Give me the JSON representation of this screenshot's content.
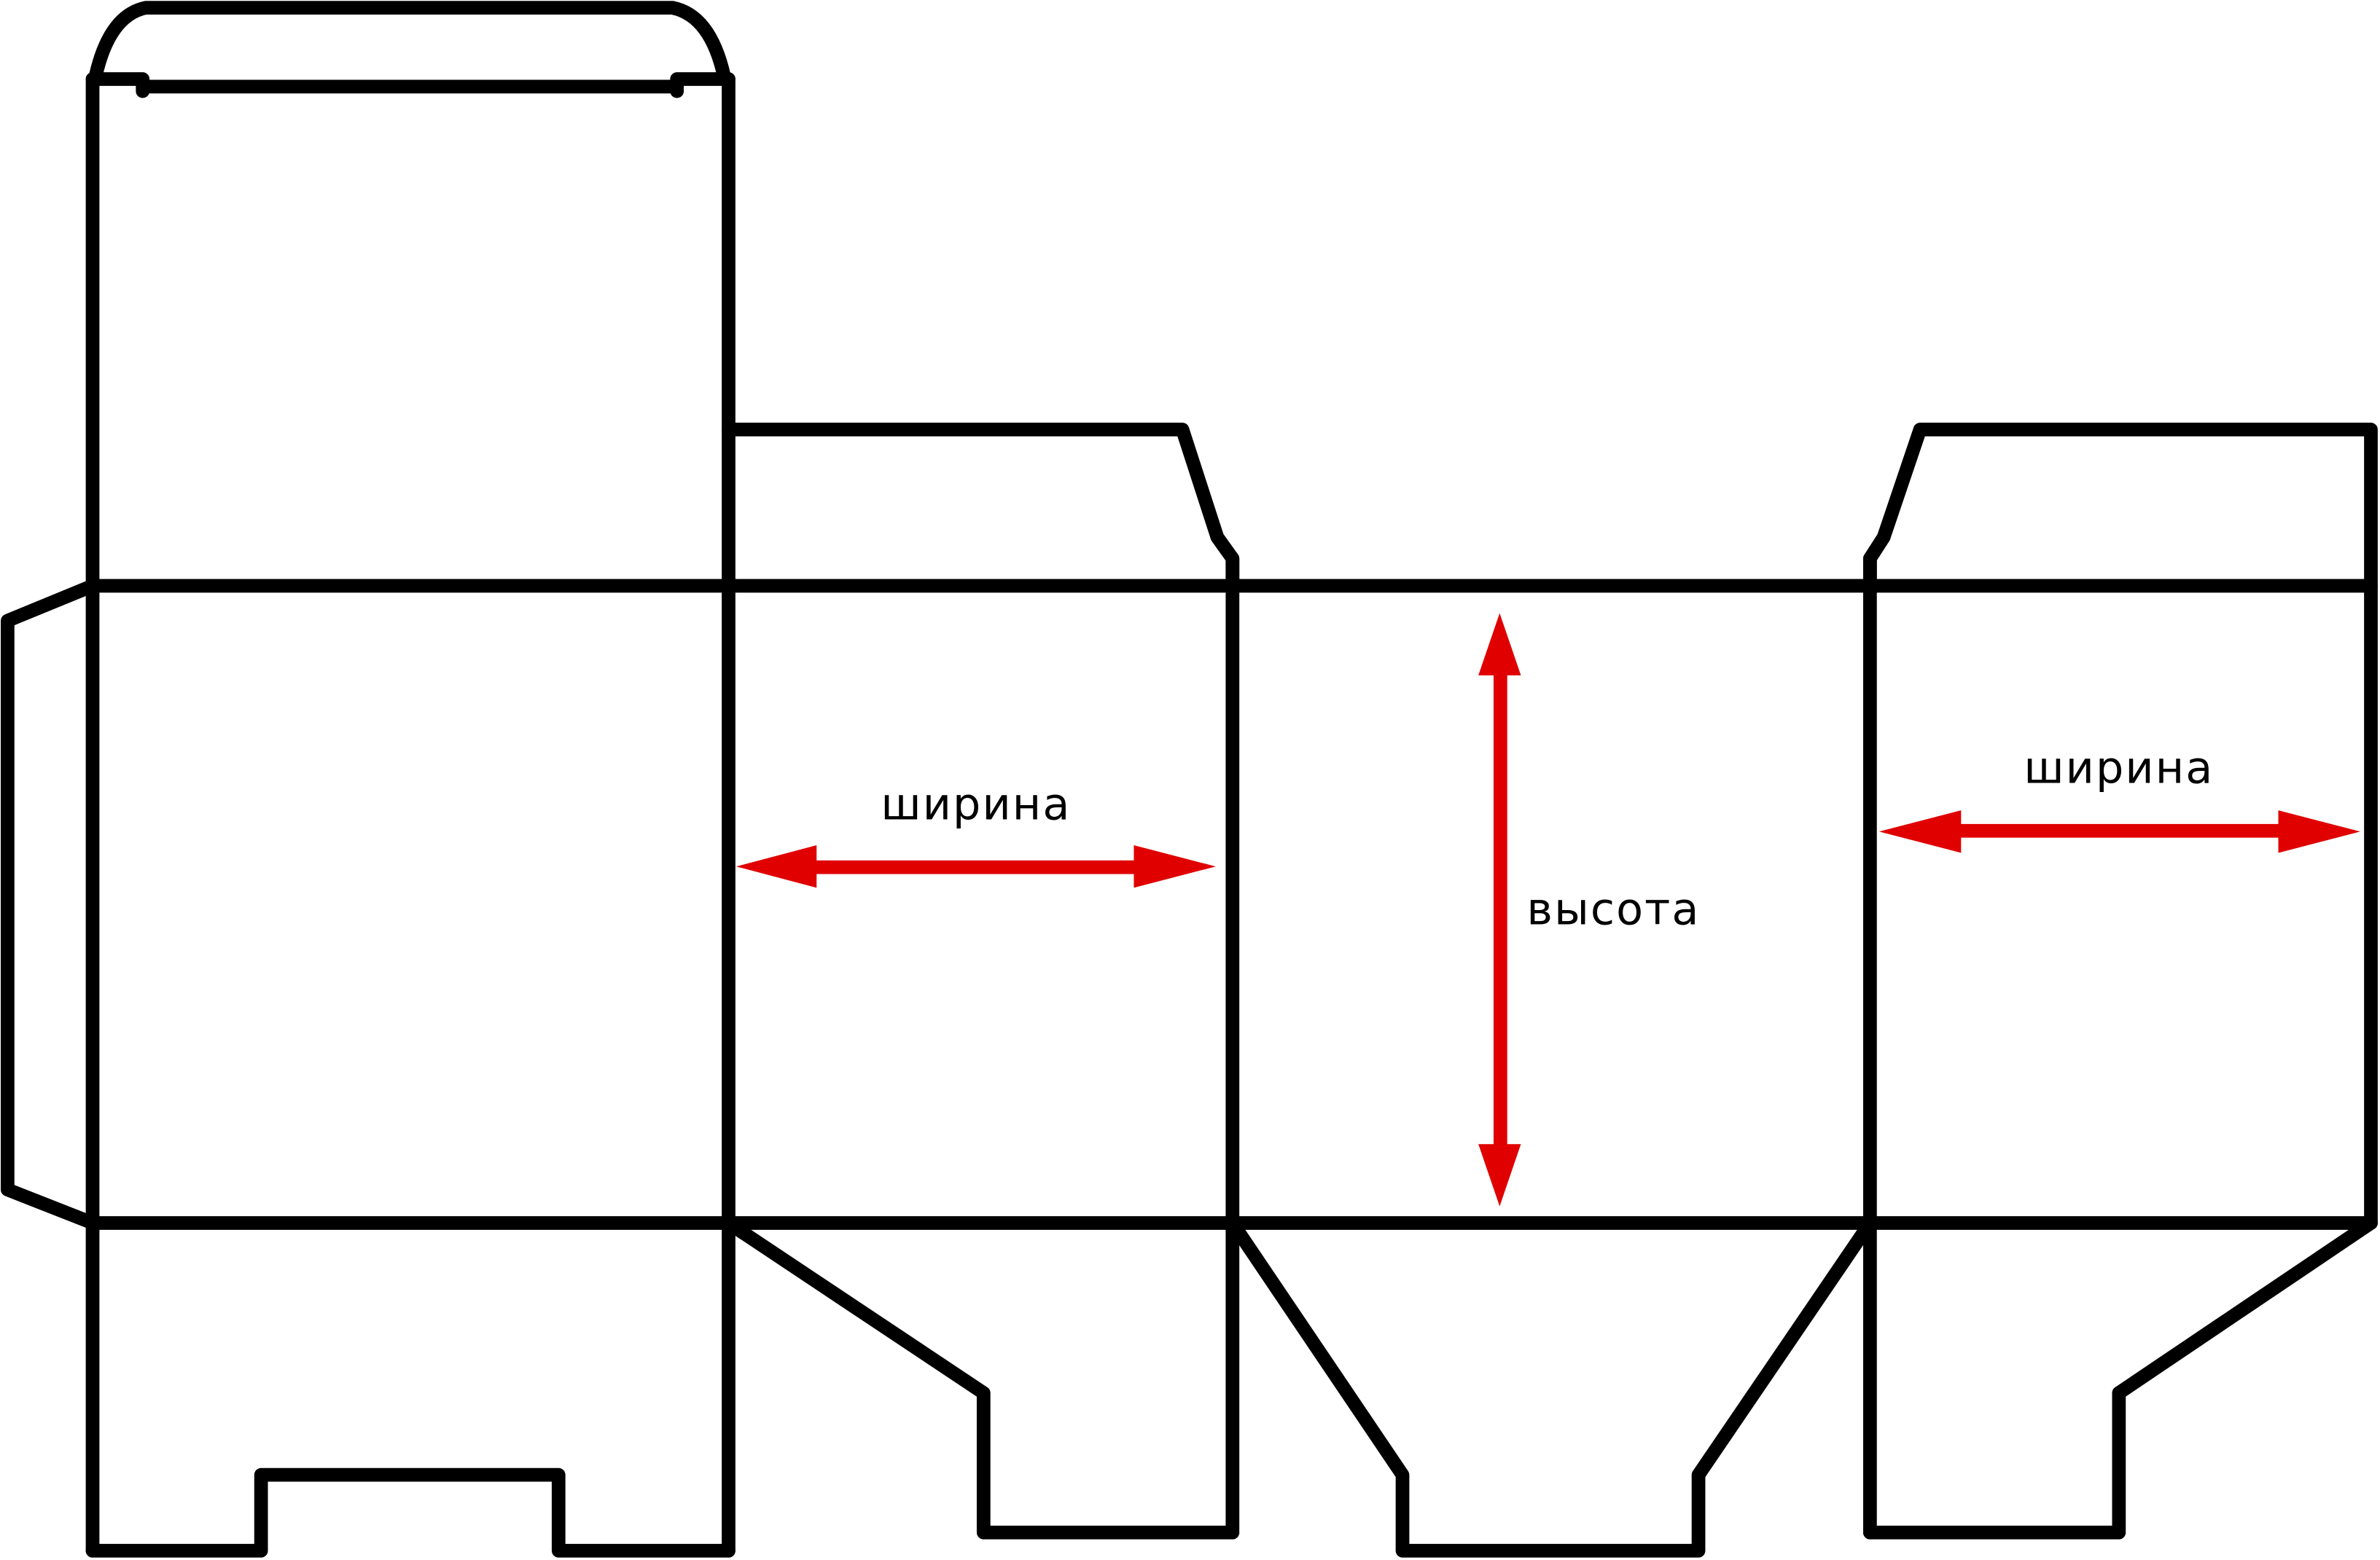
{
  "diagram": {
    "labels": {
      "width_left": "ширина",
      "height": "высота",
      "width_right": "ширина"
    },
    "colors": {
      "outline": "#000000",
      "dimension_arrows": "#e00000",
      "background": "#ffffff"
    }
  }
}
